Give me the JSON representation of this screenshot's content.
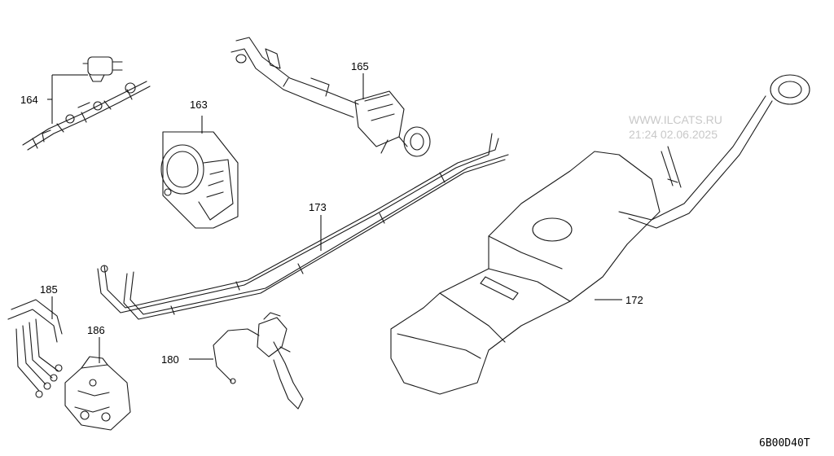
{
  "diagram": {
    "drawing_code": "6B00D40T",
    "watermark": {
      "line1": "WWW.ILCATS.RU",
      "line2": "21:24 02.06.2025"
    },
    "parts": [
      {
        "id": "p164",
        "number": "164"
      },
      {
        "id": "p163",
        "number": "163"
      },
      {
        "id": "p165",
        "number": "165"
      },
      {
        "id": "p173",
        "number": "173"
      },
      {
        "id": "p172",
        "number": "172"
      },
      {
        "id": "p185",
        "number": "185"
      },
      {
        "id": "p186",
        "number": "186"
      },
      {
        "id": "p180",
        "number": "180"
      }
    ]
  }
}
